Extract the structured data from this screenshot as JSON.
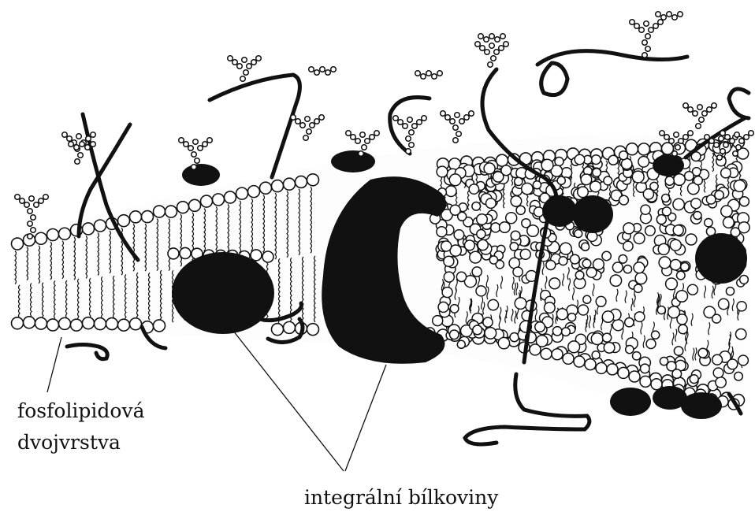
{
  "labels": {
    "bilayer_line1": "fosfolipidová",
    "bilayer_line2": "dvojvrstva",
    "integral_proteins": "integrální bílkoviny"
  },
  "colors": {
    "ink": "#111111",
    "head_fill": "#ffffff",
    "paper": "#ffffff"
  }
}
